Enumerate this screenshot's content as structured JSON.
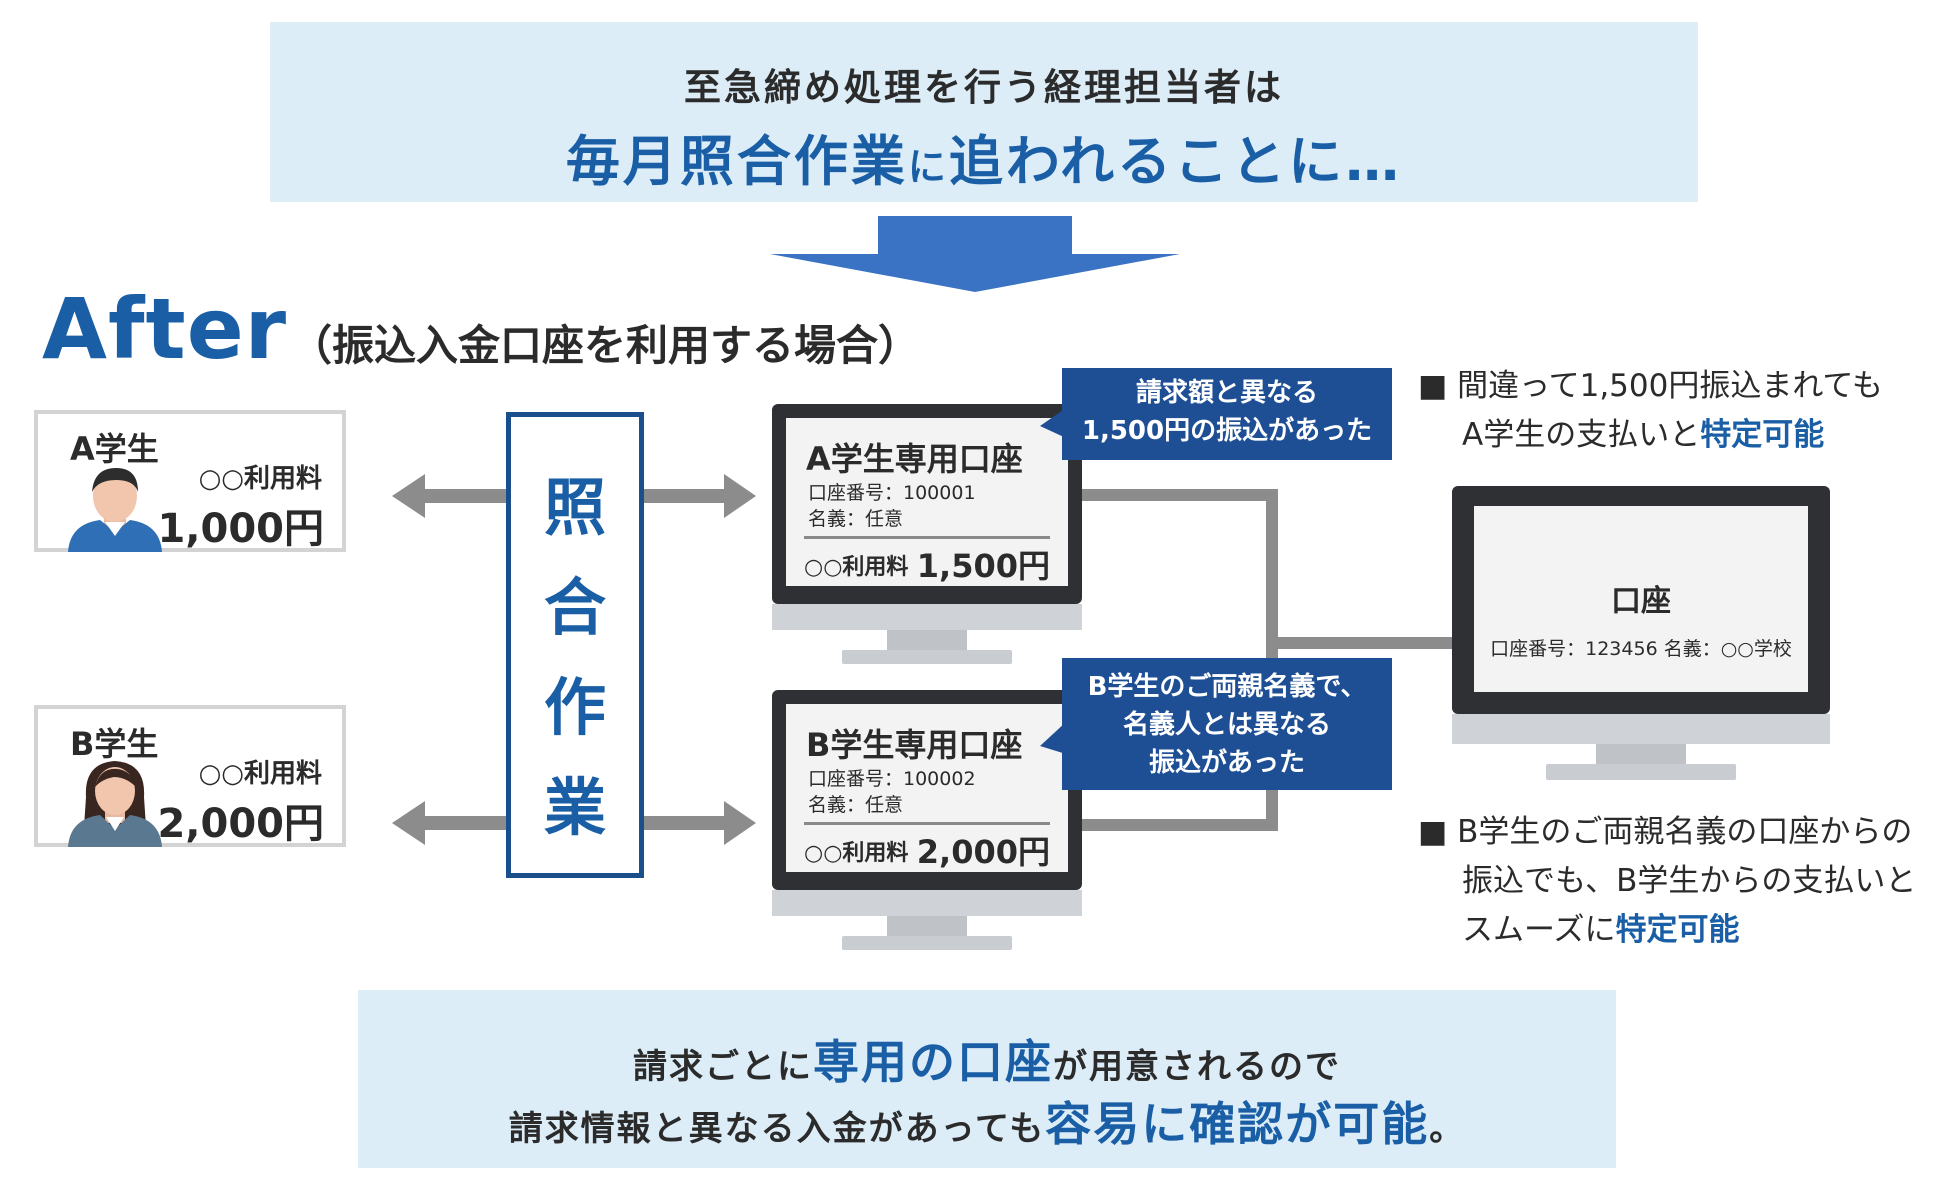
{
  "top_banner": {
    "line1": "至急締め処理を行う経理担当者は",
    "line2_main": "毎月照合作業",
    "line2_small": "に",
    "line2_tail": "追われることに…"
  },
  "after": {
    "title": "After",
    "subtitle": "（振込入金口座を利用する場合）"
  },
  "students": [
    {
      "name": "A学生",
      "fee_label": "○○利用料",
      "amount": "1,000円"
    },
    {
      "name": "B学生",
      "fee_label": "○○利用料",
      "amount": "2,000円"
    }
  ],
  "matching": {
    "chars": [
      "照",
      "合",
      "作",
      "業"
    ]
  },
  "accounts": [
    {
      "title": "A学生専用口座",
      "number": "口座番号：100001",
      "holder": "名義：任意",
      "fee_label": "○○利用料",
      "fee_amount": "1,500円"
    },
    {
      "title": "B学生専用口座",
      "number": "口座番号：100002",
      "holder": "名義：任意",
      "fee_label": "○○利用料",
      "fee_amount": "2,000円"
    }
  ],
  "school_account": {
    "title": "口座",
    "detail": "口座番号：123456  名義：○○学校"
  },
  "callouts": {
    "a_line1": "請求額と異なる",
    "a_line2": "1,500円の振込があった",
    "b_line1": "B学生のご両親名義で、",
    "b_line2": "名義人とは異なる",
    "b_line3": "振込があった"
  },
  "notes": {
    "a_line1": "■ 間違って1,500円振込まれても",
    "a_line2_pre": "A学生の支払いと",
    "a_line2_hl": "特定可能",
    "b_line1": "■ B学生のご両親名義の口座からの",
    "b_line2": "振込でも、B学生からの支払いと",
    "b_line3_pre": "スムーズに",
    "b_line3_hl": "特定可能"
  },
  "bottom_banner": {
    "line1_pre": "請求ごとに",
    "line1_hl": "専用の口座",
    "line1_post": "が用意されるので",
    "line2_pre": "請求情報と異なる入金があっても",
    "line2_hl": "容易に確認が可能",
    "line2_post": "。"
  },
  "colors": {
    "accent_blue": "#1a5fa6",
    "callout_navy": "#1e4f94",
    "banner_bg": "#dcedf8",
    "connector_gray": "#8c8c8c"
  }
}
